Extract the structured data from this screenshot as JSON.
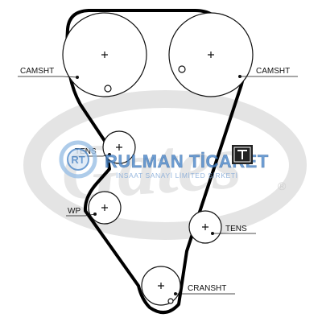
{
  "labels": {
    "camsht_left": "CAMSHT",
    "camsht_right": "CAMSHT",
    "tens_upper": "TENS",
    "tens_lower": "TENS",
    "wp": "WP",
    "cransht": "CRANSHT"
  },
  "watermark": {
    "brand_text": "RULMAN TİCARET",
    "subtitle": "İNSAAT SANAYİ LİMİTED ŞİRKETİ",
    "gates_text": "Gates",
    "registered_mark": "®"
  },
  "colors": {
    "belt": "#000000",
    "pulley_stroke": "#111111",
    "watermark_gray": "#dcdcdc",
    "brand_blue": "#4a86c9",
    "brand_blue_light": "#9ac0e6",
    "subtitle_blue": "#7ea6d6"
  },
  "icons": {
    "pulley_center": "plus-mark",
    "timing_mark": "small-circle",
    "logo": "bearing-logo",
    "badge": "dark-square-badge"
  }
}
